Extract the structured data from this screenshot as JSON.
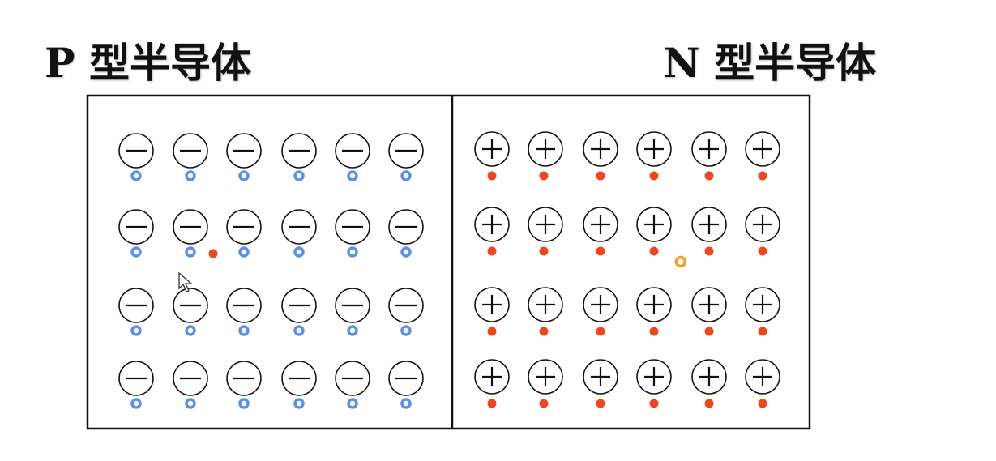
{
  "p_region": {
    "title": "P 型半导体",
    "ion_sign": "minus",
    "carrier": "hole",
    "rows": 4,
    "cols": 6
  },
  "n_region": {
    "title": "N 型半导体",
    "ion_sign": "plus",
    "carrier": "electron",
    "rows": 4,
    "cols": 6
  },
  "colors": {
    "hole": "#5b8ff0",
    "electron": "#f0461e",
    "diffused_hole": "#f0a020",
    "ion_stroke": "#111111",
    "border": "#111111"
  }
}
